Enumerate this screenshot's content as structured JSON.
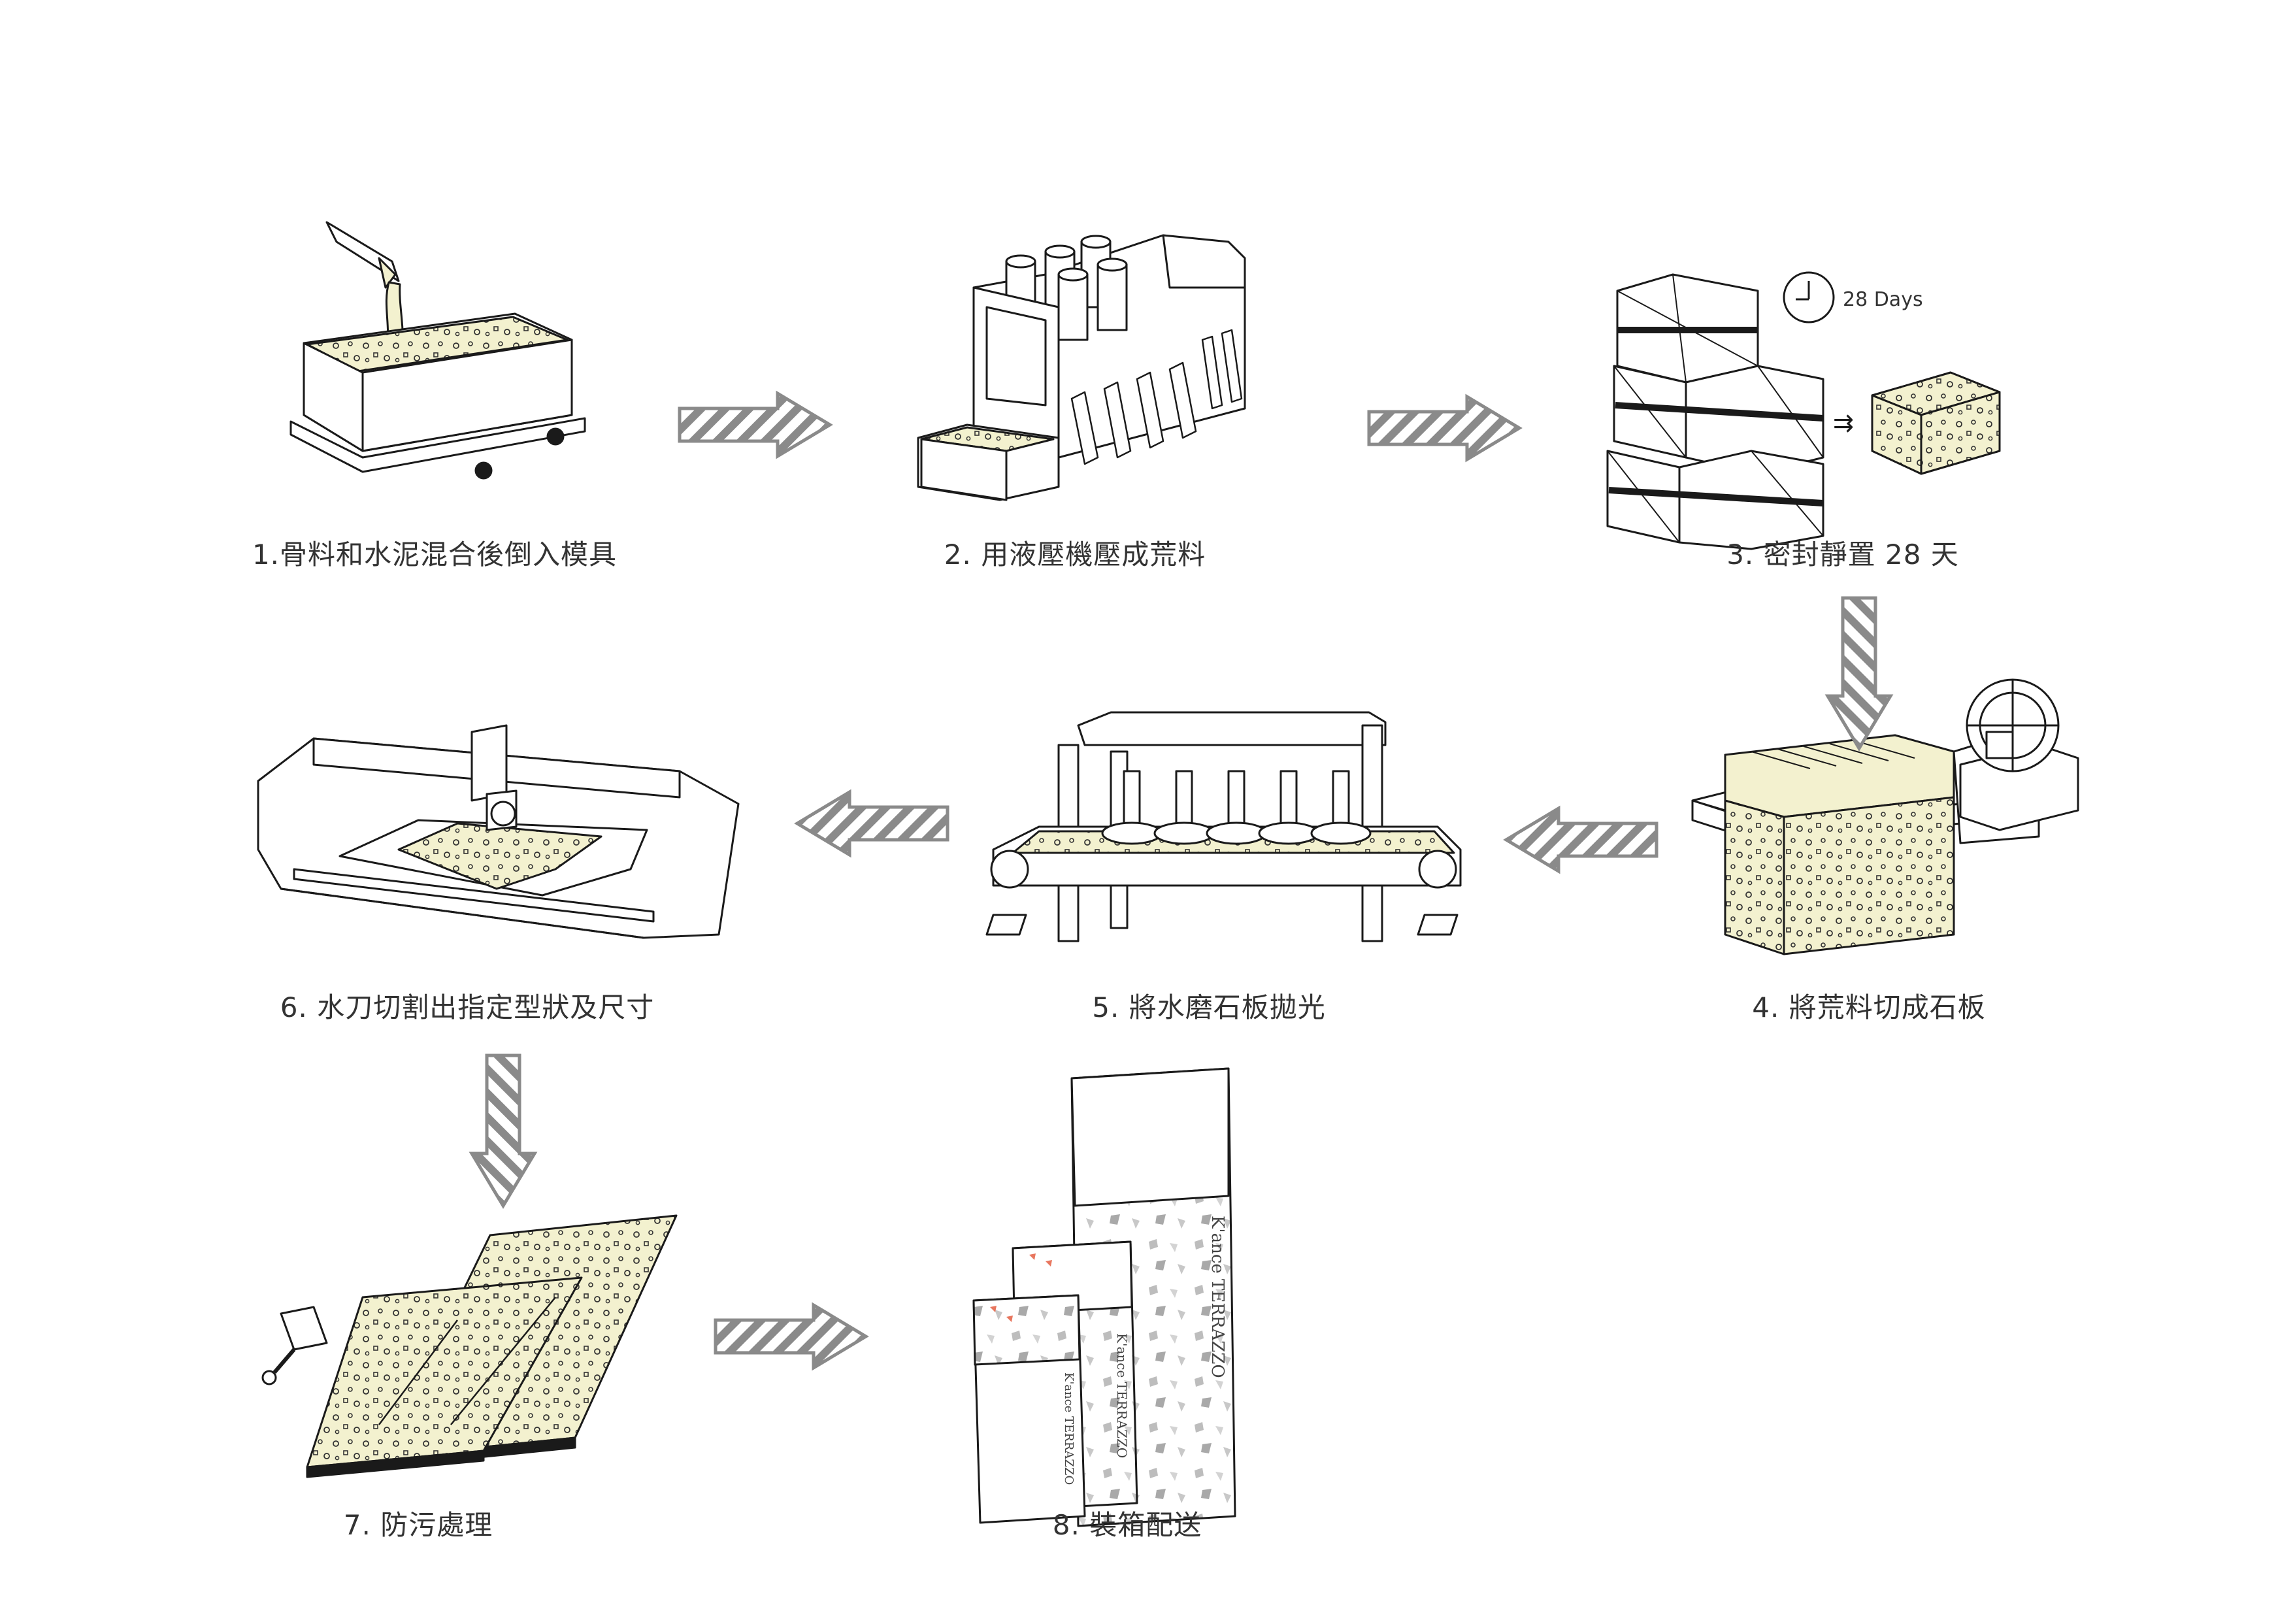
{
  "steps": [
    {
      "id": 1,
      "label": "1.骨料和水泥混合後倒入模具"
    },
    {
      "id": 2,
      "label": "2. 用液壓機壓成荒料"
    },
    {
      "id": 3,
      "label": "3. 密封靜置 28 天"
    },
    {
      "id": 4,
      "label": "4. 將荒料切成石板"
    },
    {
      "id": 5,
      "label": "5. 將水磨石板拋光"
    },
    {
      "id": 6,
      "label": "6. 水刀切割出指定型狀及尺寸"
    },
    {
      "id": 7,
      "label": "7. 防污處理"
    },
    {
      "id": 8,
      "label": "8. 裝箱配送"
    }
  ],
  "curing": {
    "days_label": "28 Days",
    "arrow_symbol": "⇉"
  },
  "packaging": {
    "brand": "K'ance TERRAZZO"
  },
  "colors": {
    "terrazzo_fill": "#f3f1cf",
    "line": "#1a1a1a",
    "arrow_stroke": "#8a8a8a",
    "label_text": "#333333"
  }
}
